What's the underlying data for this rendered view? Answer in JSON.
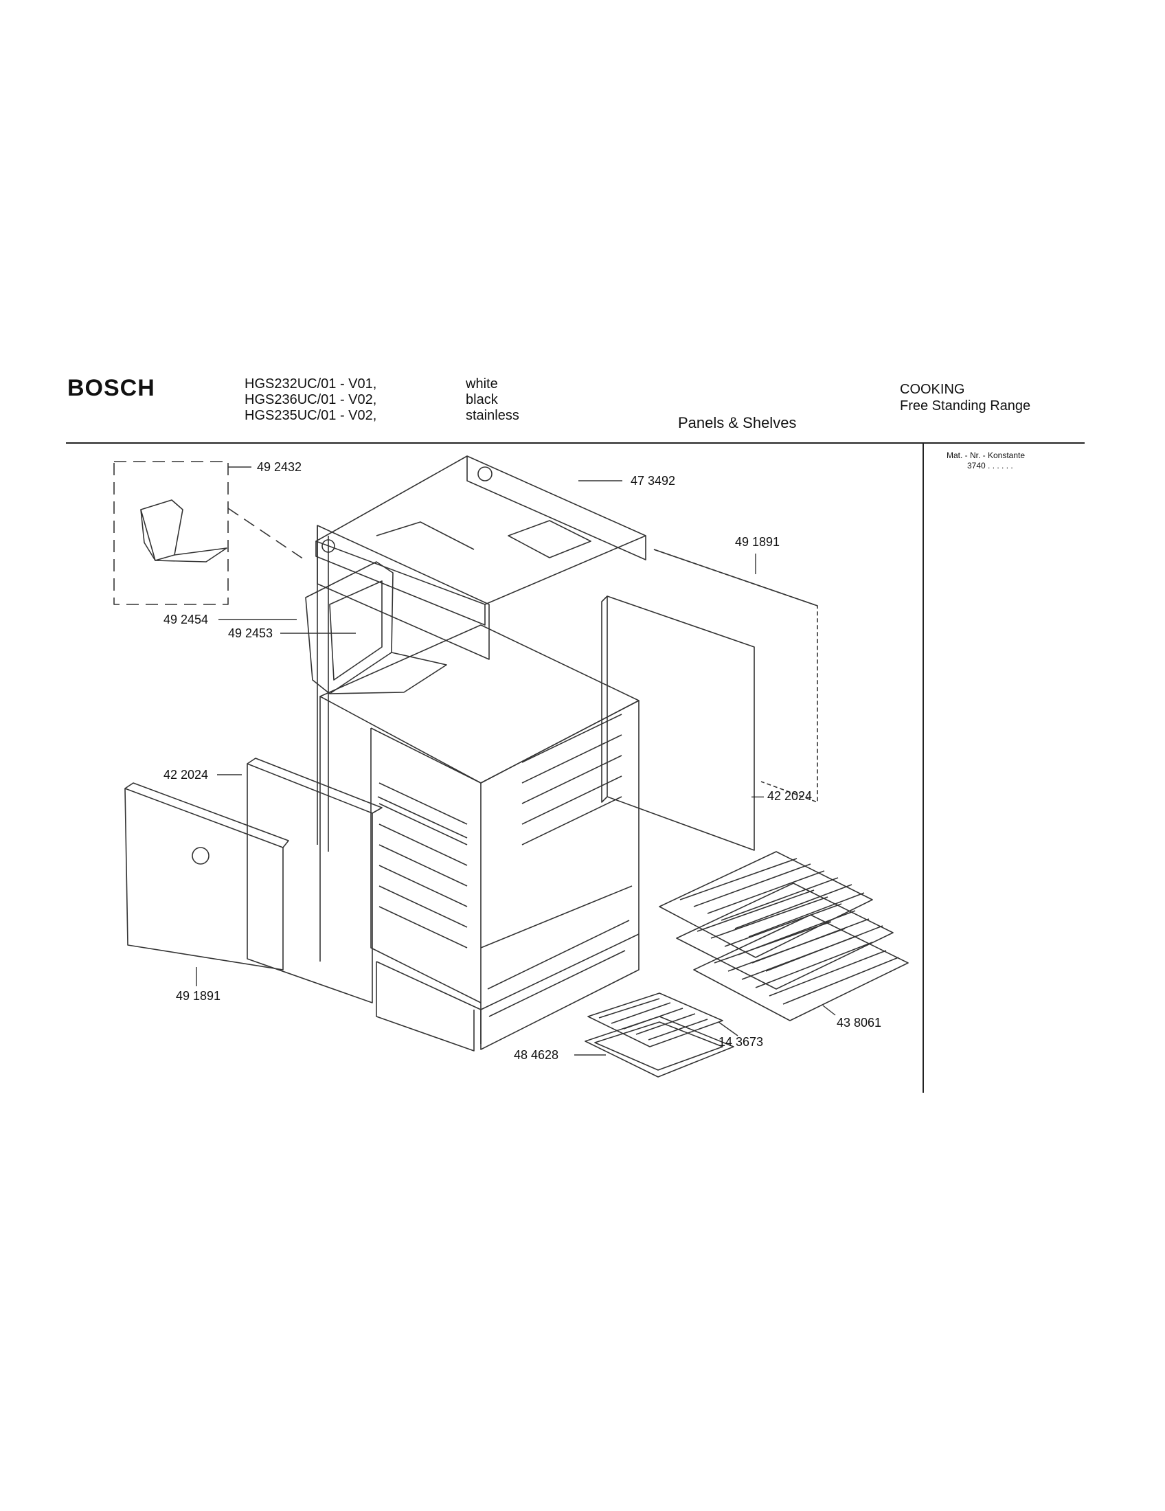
{
  "header": {
    "brand": "BOSCH",
    "models": [
      "HGS232UC/01 - V01,",
      "HGS236UC/01 - V02,",
      "HGS235UC/01 - V02,"
    ],
    "colors": [
      "white",
      "black",
      "stainless"
    ],
    "section_title": "Panels & Shelves",
    "category": [
      "COOKING",
      "Free Standing Range"
    ],
    "mat_nr_label": "Mat. - Nr. - Konstante",
    "mat_nr_value": "3740 . . . . . ."
  },
  "parts": {
    "p492432": "49 2432",
    "p473492": "47 3492",
    "p491891_r": "49 1891",
    "p492454": "49 2454",
    "p492453": "49 2453",
    "p422024_l": "42 2024",
    "p422024_r": "— 42 2024",
    "p491891_l": "49 1891",
    "p438061": "43 8061",
    "p143673": "14 3673",
    "p484628": "48 4628"
  }
}
